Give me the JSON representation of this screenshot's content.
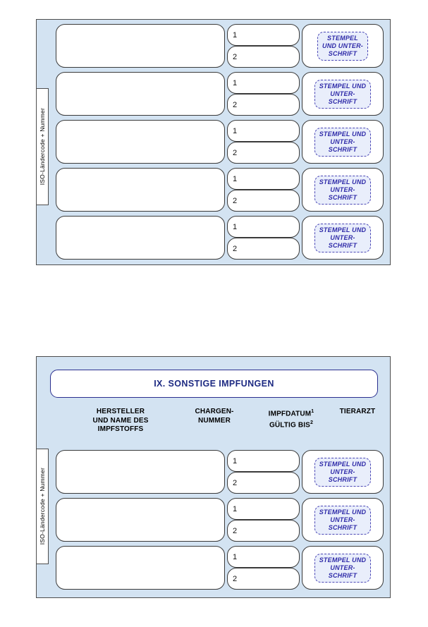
{
  "document": {
    "kind": "eu-pet-passport-vaccination-page",
    "language": "de"
  },
  "labels": {
    "iso_tab": "ISO-Ländercode + Nummer",
    "row_marker_1": "1",
    "row_marker_2": "2"
  },
  "top_panel": {
    "iso_tab": "ISO-Ländercode + Nummer",
    "rows": [
      {
        "name_value": "",
        "date_1": "1",
        "date_2": "2",
        "stamp_text": "STEMPEL\nUND UNTER-\nSCHRIFT"
      },
      {
        "name_value": "",
        "date_1": "1",
        "date_2": "2",
        "stamp_text": "STEMPEL UND\nUNTER-\nSCHRIFT"
      },
      {
        "name_value": "",
        "date_1": "1",
        "date_2": "2",
        "stamp_text": "STEMPEL UND\nUNTER-\nSCHRIFT"
      },
      {
        "name_value": "",
        "date_1": "1",
        "date_2": "2",
        "stamp_text": "STEMPEL UND\nUNTER-\nSCHRIFT"
      },
      {
        "name_value": "",
        "date_1": "1",
        "date_2": "2",
        "stamp_text": "STEMPEL UND\nUNTER-\nSCHRIFT"
      }
    ]
  },
  "bottom_panel": {
    "title": "IX. SONSTIGE IMPFUNGEN",
    "iso_tab": "ISO-Ländercode + Nummer",
    "column_headers": {
      "hersteller": "HERSTELLER\nUND NAME DES\nIMPFSTOFFS",
      "chargen": "CHARGEN-\nNUMMER",
      "impfdatum_line1": "IMPFDATUM",
      "impfdatum_sup1": "1",
      "impfdatum_line2": "GÜLTIG BIS",
      "impfdatum_sup2": "2",
      "tierarzt": "TIERARZT"
    },
    "rows": [
      {
        "name_value": "",
        "date_1": "1",
        "date_2": "2",
        "stamp_text": "STEMPEL UND\nUNTER-\nSCHRIFT"
      },
      {
        "name_value": "",
        "date_1": "1",
        "date_2": "2",
        "stamp_text": "STEMPEL UND\nUNTER-\nSCHRIFT"
      },
      {
        "name_value": "",
        "date_1": "1",
        "date_2": "2",
        "stamp_text": "STEMPEL UND\nUNTER-\nSCHRIFT"
      }
    ]
  },
  "colors": {
    "panel_background": "#d3e3f2",
    "panel_border": "#4d4d4d",
    "cell_background": "#ffffff",
    "cell_border": "#3a3a3a",
    "title_text": "#1d2a82",
    "title_border": "#2a2f8f",
    "stamp_text": "#2e2aa8",
    "stamp_border": "#4a46b5",
    "stamp_fill": "#e9eefb",
    "page_background": "#ffffff"
  }
}
